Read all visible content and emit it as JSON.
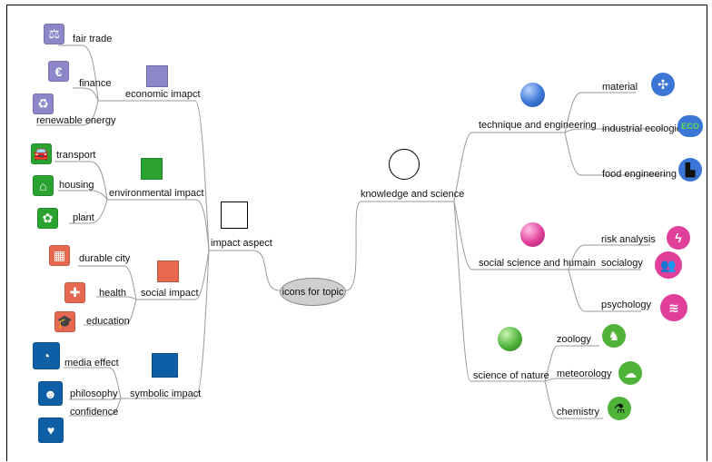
{
  "colors": {
    "line": "#9a9a9a",
    "economic": "#8d86c9",
    "environmental": "#2aa331",
    "social": "#e5684f",
    "symbolic": "#0e5fa5",
    "blue_sphere": "#3b76d6",
    "pink_sphere": "#e0409a",
    "green_sphere": "#4fb33a"
  },
  "center": {
    "label": "icons for topic"
  },
  "impact": {
    "label": "impact aspect",
    "groups": [
      {
        "label": "economic imapct",
        "items": [
          {
            "label": "fair trade",
            "icon": "scales-icon"
          },
          {
            "label": "finance",
            "icon": "euro-icon"
          },
          {
            "label": "renewable energy",
            "icon": "recycle-icon"
          }
        ]
      },
      {
        "label": "environmental impact",
        "items": [
          {
            "label": "transport",
            "icon": "car-icon"
          },
          {
            "label": "housing",
            "icon": "house-icon"
          },
          {
            "label": "plant",
            "icon": "flower-icon"
          }
        ]
      },
      {
        "label": "social impact",
        "items": [
          {
            "label": "durable city",
            "icon": "building-icon"
          },
          {
            "label": "health",
            "icon": "cross-icon"
          },
          {
            "label": "education",
            "icon": "graduation-cap-icon"
          }
        ]
      },
      {
        "label": "symbolic impact",
        "items": [
          {
            "label": "media effect",
            "icon": "rss-icon"
          },
          {
            "label": "philosophy",
            "icon": "thinker-icon"
          },
          {
            "label": "confidence",
            "icon": "heart-icon"
          }
        ]
      }
    ]
  },
  "knowledge": {
    "label": "knowledge and science",
    "groups": [
      {
        "label": "technique and engineering",
        "items": [
          {
            "label": "material",
            "icon": "atom-icon"
          },
          {
            "label": "industrial ecologie",
            "icon": "eco-icon",
            "badge": "ECO"
          },
          {
            "label": "food engineering",
            "icon": "blender-icon"
          }
        ]
      },
      {
        "label": "social science and humain",
        "items": [
          {
            "label": "risk analysis",
            "icon": "lightning-icon"
          },
          {
            "label": "socialogy",
            "icon": "people-icon"
          },
          {
            "label": "psychology",
            "icon": "wings-icon"
          }
        ]
      },
      {
        "label": "science of nature",
        "items": [
          {
            "label": "zoology",
            "icon": "horse-icon"
          },
          {
            "label": "meteorology",
            "icon": "cloud-sun-icon"
          },
          {
            "label": "chemistry",
            "icon": "flask-icon"
          }
        ]
      }
    ]
  }
}
